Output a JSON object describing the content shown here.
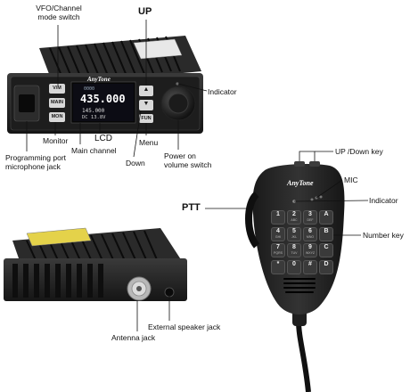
{
  "labels": {
    "vfo_channel": "VFO/Channel\nmode switch",
    "up_top": "UP",
    "indicator_radio": "Indicator",
    "monitor": "Monitor",
    "lcd": "LCD",
    "main_channel": "Main channel",
    "down": "Down",
    "menu": "Menu",
    "power_volume": "Power on\nvolume switch",
    "programming_port": "Programming port\nmicrophone jack",
    "up_down_key": "UP /Down key",
    "mic": "MIC",
    "indicator_mic": "Indicator",
    "ptt": "PTT",
    "number_key": "Number key",
    "external_speaker": "External speaker jack",
    "antenna_jack": "Antenna jack"
  },
  "brand": "AnyTone",
  "radio_buttons": {
    "vm": "V/M",
    "main": "MAIN",
    "mon": "MON",
    "fun": "FUN",
    "up_arrow": "▲",
    "down_arrow": "▼"
  },
  "display": {
    "top_line": "0000",
    "main_freq": "435.000",
    "sub_freq": "145.000",
    "voltage": "DC  13.8V"
  },
  "keypad": [
    {
      "num": "1",
      "sub": ""
    },
    {
      "num": "2",
      "sub": "ABC"
    },
    {
      "num": "3",
      "sub": "DEF"
    },
    {
      "num": "A",
      "sub": ""
    },
    {
      "num": "4",
      "sub": "GHI"
    },
    {
      "num": "5",
      "sub": "JKL"
    },
    {
      "num": "6",
      "sub": "MNO"
    },
    {
      "num": "B",
      "sub": ""
    },
    {
      "num": "7",
      "sub": "PQRS"
    },
    {
      "num": "8",
      "sub": "TUV"
    },
    {
      "num": "9",
      "sub": "WXYZ"
    },
    {
      "num": "C",
      "sub": ""
    },
    {
      "num": "*",
      "sub": ""
    },
    {
      "num": "0",
      "sub": ""
    },
    {
      "num": "#",
      "sub": ""
    },
    {
      "num": "D",
      "sub": ""
    }
  ]
}
